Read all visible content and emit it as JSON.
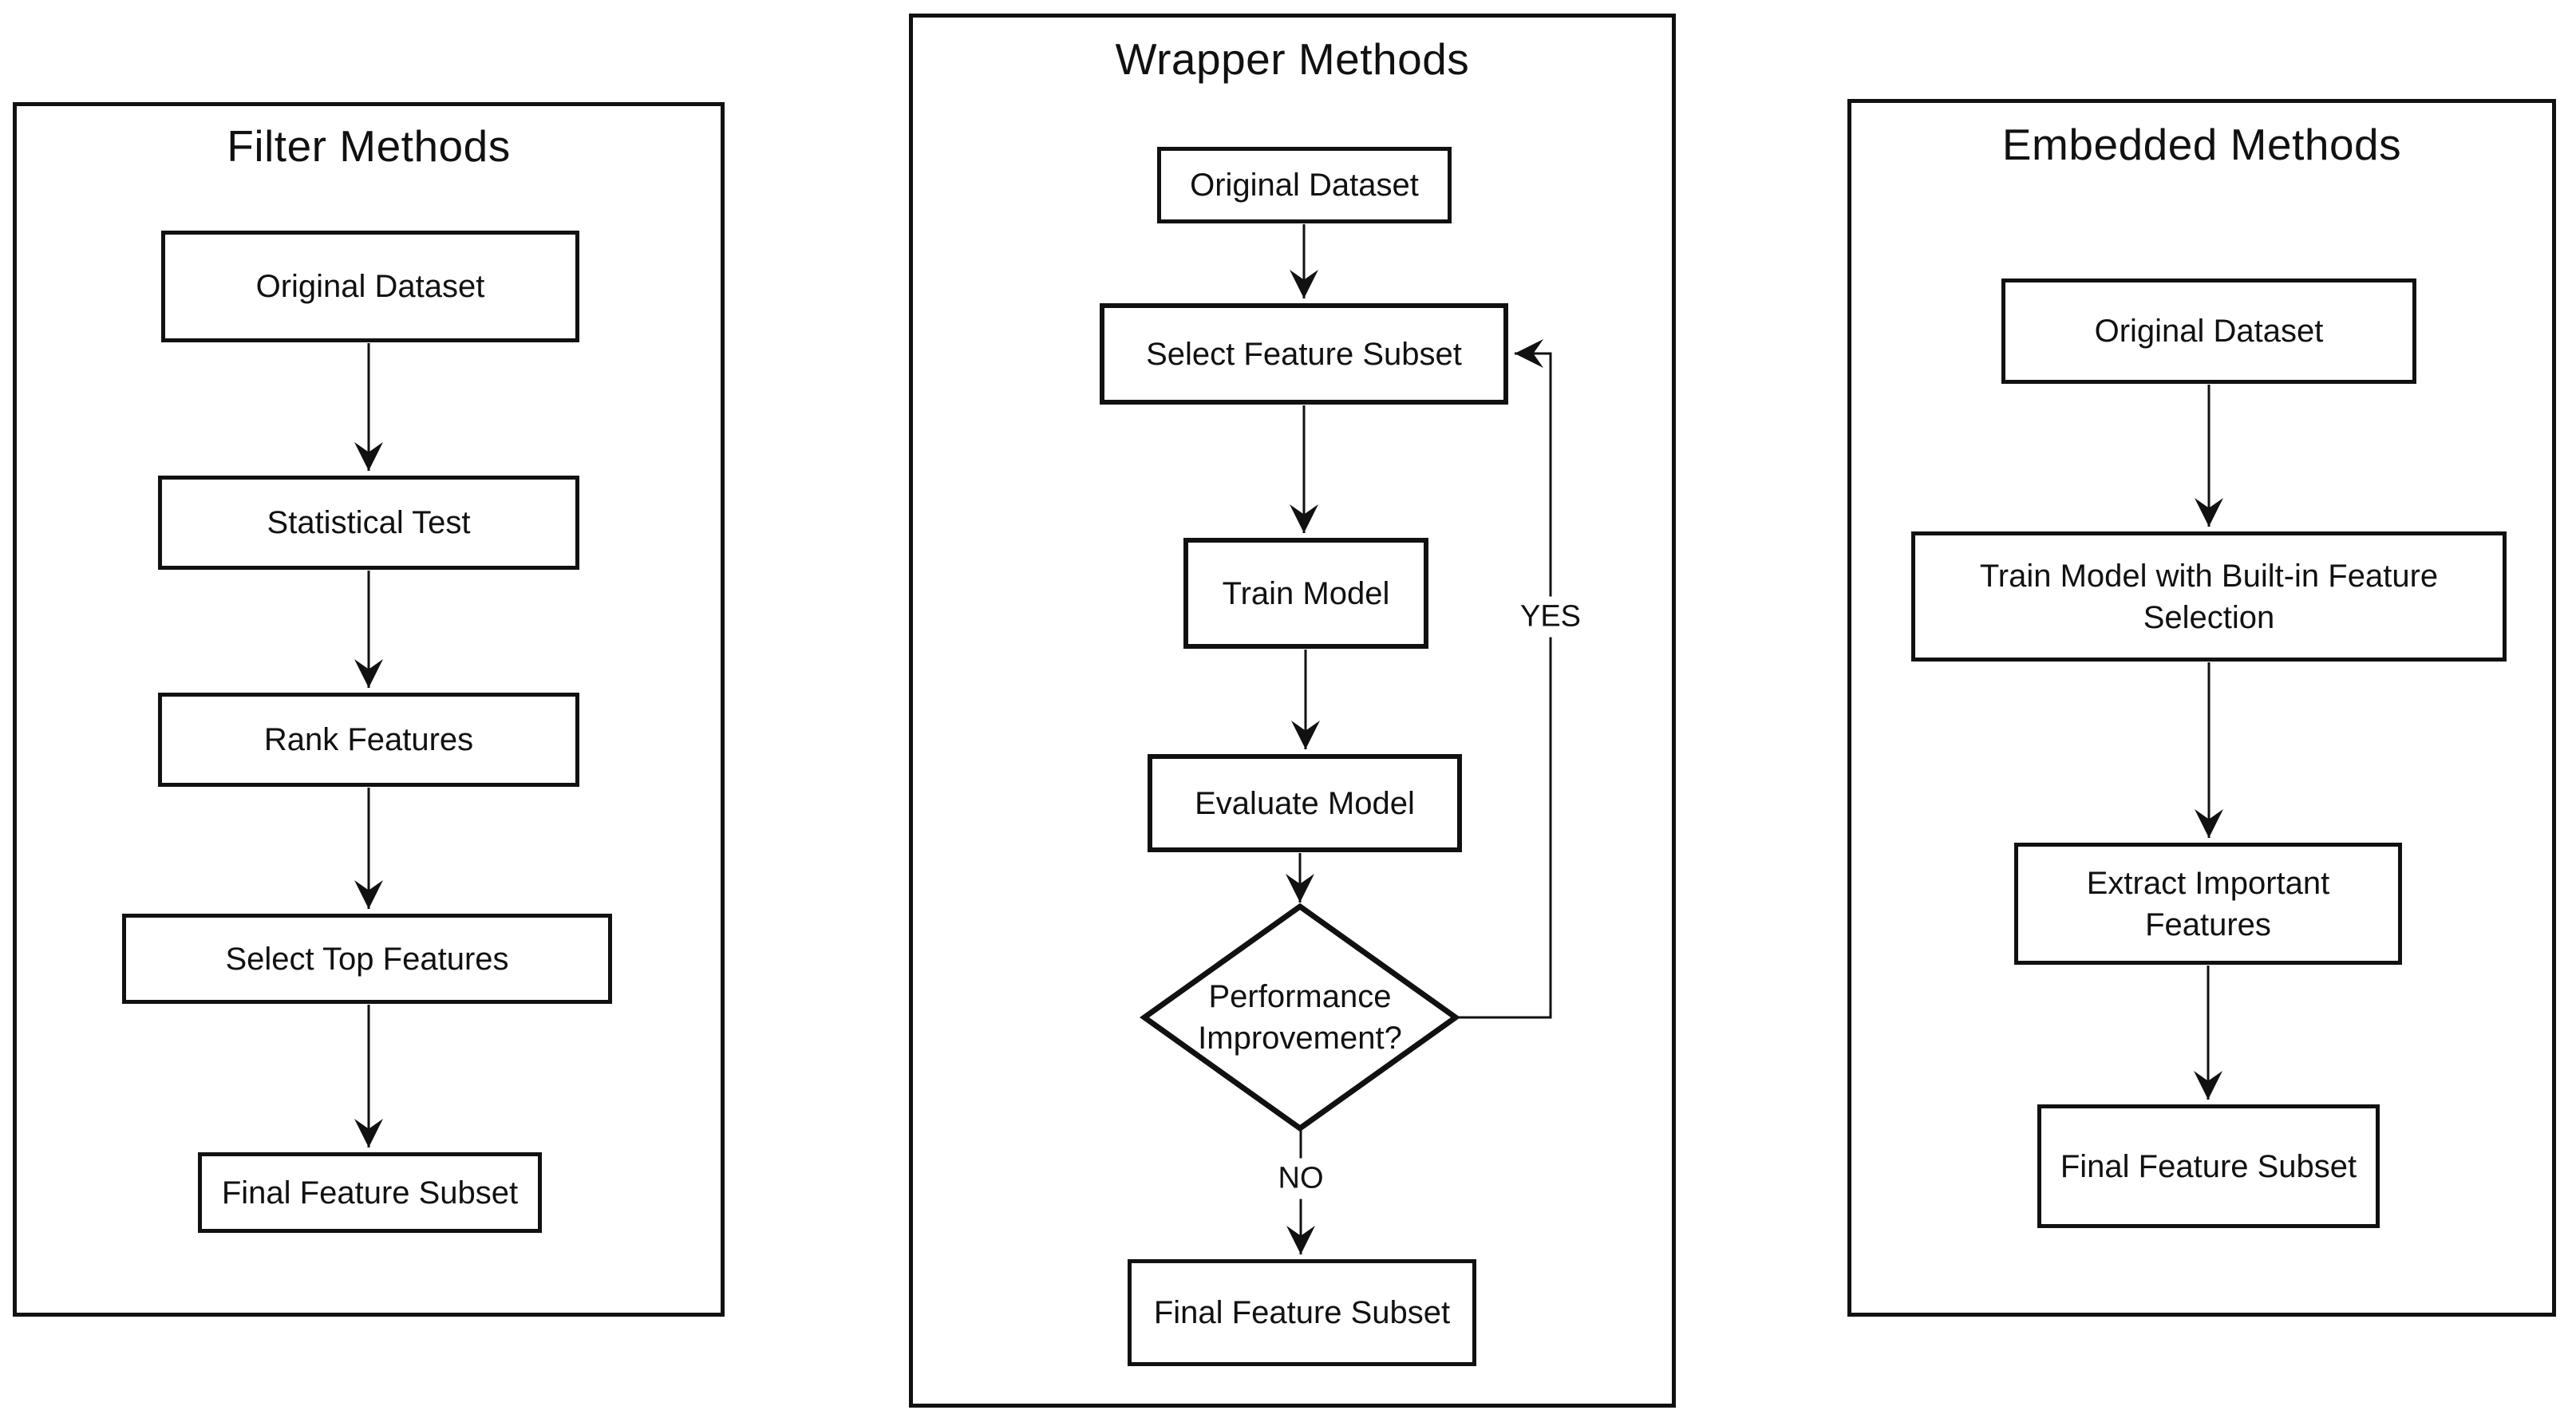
{
  "panels": [
    {
      "title": "Filter Methods",
      "nodes": [
        "Original Dataset",
        "Statistical Test",
        "Rank Features",
        "Select Top Features",
        "Final Feature Subset"
      ],
      "edges": [
        {
          "from": "Original Dataset",
          "to": "Statistical Test"
        },
        {
          "from": "Statistical Test",
          "to": "Rank Features"
        },
        {
          "from": "Rank Features",
          "to": "Select Top Features"
        },
        {
          "from": "Select Top Features",
          "to": "Final Feature Subset"
        }
      ]
    },
    {
      "title": "Wrapper Methods",
      "nodes": [
        "Original Dataset",
        "Select Feature Subset",
        "Train Model",
        "Evaluate Model",
        "Final Feature Subset"
      ],
      "decision": "Performance Improvement?",
      "edge_labels": {
        "yes": "YES",
        "no": "NO"
      },
      "edges": [
        {
          "from": "Original Dataset",
          "to": "Select Feature Subset"
        },
        {
          "from": "Select Feature Subset",
          "to": "Train Model"
        },
        {
          "from": "Train Model",
          "to": "Evaluate Model"
        },
        {
          "from": "Evaluate Model",
          "to": "Performance Improvement?"
        },
        {
          "from": "Performance Improvement?",
          "to": "Final Feature Subset",
          "label": "NO"
        },
        {
          "from": "Performance Improvement?",
          "to": "Select Feature Subset",
          "label": "YES"
        }
      ]
    },
    {
      "title": "Embedded Methods",
      "nodes": [
        "Original Dataset",
        "Train Model with Built-in Feature Selection",
        "Extract Important Features",
        "Final Feature Subset"
      ],
      "edges": [
        {
          "from": "Original Dataset",
          "to": "Train Model with Built-in Feature Selection"
        },
        {
          "from": "Train Model with Built-in Feature Selection",
          "to": "Extract Important Features"
        },
        {
          "from": "Extract Important Features",
          "to": "Final Feature Subset"
        }
      ]
    }
  ],
  "colors": {
    "stroke": "#111111",
    "background": "#ffffff",
    "text": "#111111"
  }
}
